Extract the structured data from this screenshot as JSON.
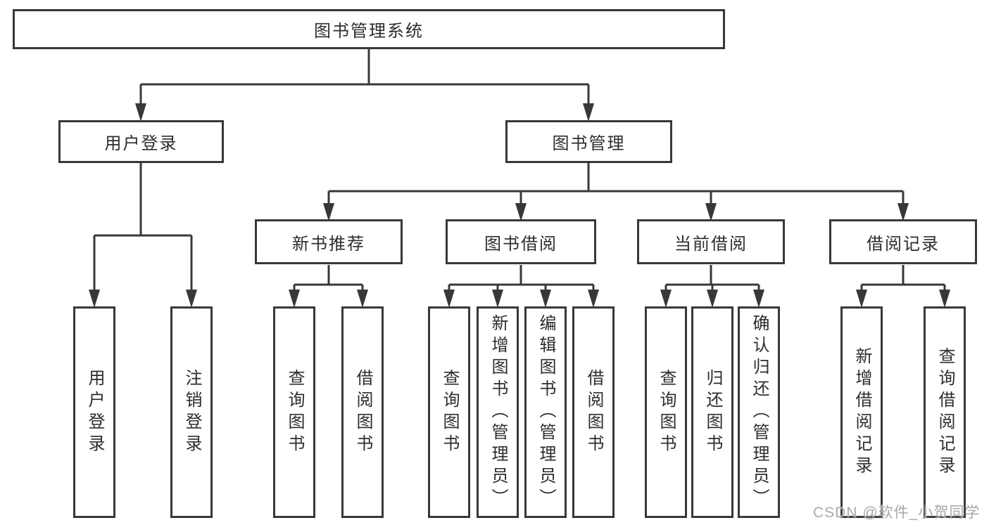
{
  "diagram": {
    "title": "图书管理系统",
    "watermark": "CSDN @软件_小贺同学",
    "line_color": "#383838",
    "nodes": {
      "root": "图书管理系统",
      "user_login": "用户登录",
      "book_management": "图书管理",
      "new_book_recommend": "新书推荐",
      "book_borrow": "图书借阅",
      "current_borrow": "当前借阅",
      "borrow_record": "借阅记录",
      "login": "用户登录",
      "logout": "注销登录",
      "nb_query_book": "查询图书",
      "nb_borrow_book": "借阅图书",
      "bb_query_book": "查询图书",
      "bb_add_book": "新增图书（管理员）",
      "bb_edit_book": "编辑图书（管理员）",
      "bb_borrow_book": "借阅图书",
      "cb_query_book": "查询图书",
      "cb_return_book": "归还图书",
      "cb_confirm_return": "确认归还（管理员）",
      "br_add_record": "新增借阅记录",
      "br_query_record": "查询借阅记录"
    },
    "hierarchy": {
      "图书管理系统": {
        "用户登录": [
          "用户登录",
          "注销登录"
        ],
        "图书管理": {
          "新书推荐": [
            "查询图书",
            "借阅图书"
          ],
          "图书借阅": [
            "查询图书",
            "新增图书（管理员）",
            "编辑图书（管理员）",
            "借阅图书"
          ],
          "当前借阅": [
            "查询图书",
            "归还图书",
            "确认归还（管理员）"
          ],
          "借阅记录": [
            "新增借阅记录",
            "查询借阅记录"
          ]
        }
      }
    }
  }
}
